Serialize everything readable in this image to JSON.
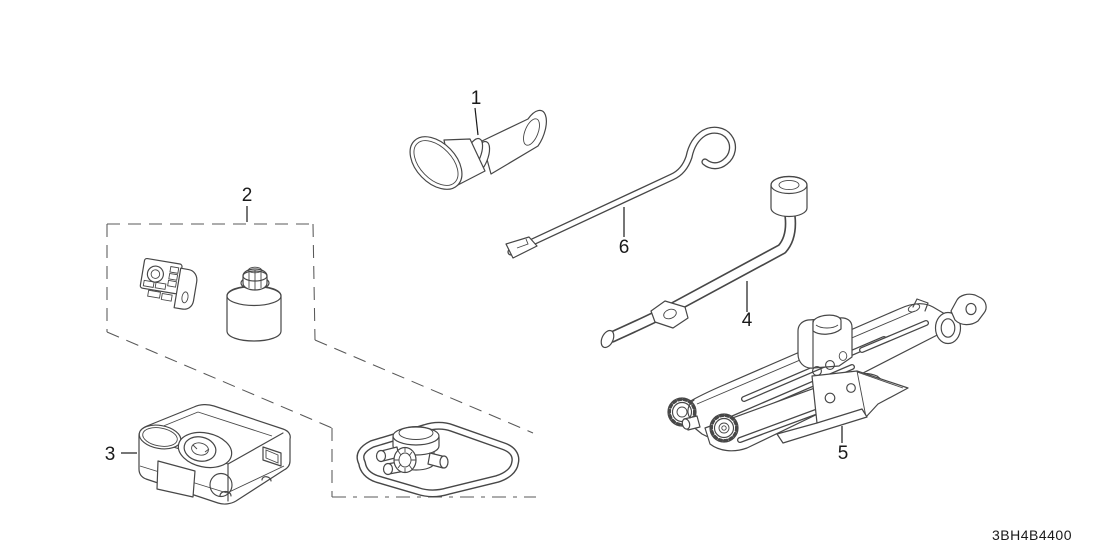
{
  "diagram": {
    "part_code": "3BH4B4400",
    "callouts": [
      {
        "number": "1"
      },
      {
        "number": "2"
      },
      {
        "number": "3"
      },
      {
        "number": "4"
      },
      {
        "number": "5"
      },
      {
        "number": "6"
      }
    ],
    "colors": {
      "background": "#ffffff",
      "line_art": "#474747",
      "dashed_box": "#585858",
      "label_text": "#1a1a1a"
    }
  }
}
